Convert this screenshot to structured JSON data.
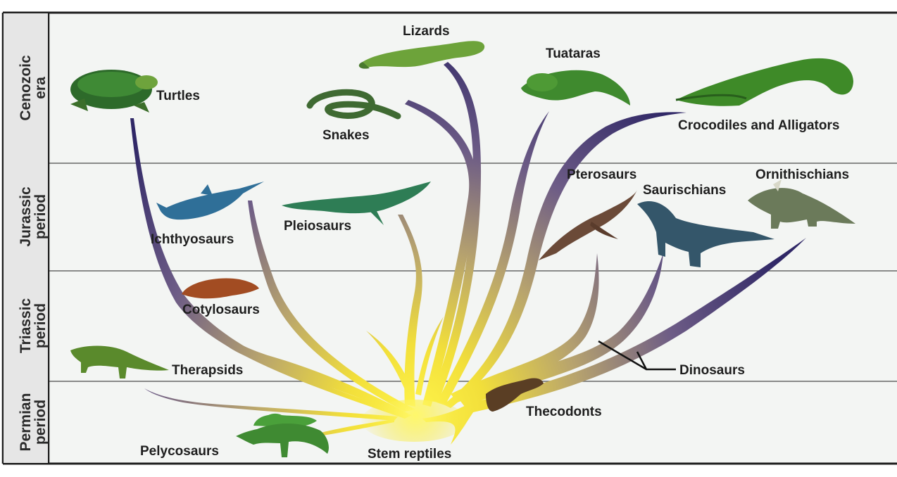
{
  "periods": [
    {
      "id": "cenozoic",
      "line1": "Cenozoic",
      "line2": "era"
    },
    {
      "id": "jurassic",
      "line1": "Jurassic",
      "line2": "period"
    },
    {
      "id": "triassic",
      "line1": "Triassic",
      "line2": "period"
    },
    {
      "id": "permian",
      "line1": "Permian",
      "line2": "period"
    }
  ],
  "taxa": {
    "turtles": "Turtles",
    "lizards": "Lizards",
    "snakes": "Snakes",
    "tuataras": "Tuataras",
    "crocodiles": "Crocodiles and Alligators",
    "ichthyosaurs": "Ichthyosaurs",
    "pleiosaurs": "Pleiosaurs",
    "pterosaurs": "Pterosaurs",
    "saurischians": "Saurischians",
    "ornithischians": "Ornithischians",
    "cotylosaurs": "Cotylosaurs",
    "therapsids": "Therapsids",
    "dinosaurs": "Dinosaurs",
    "thecodonts": "Thecodonts",
    "pelycosaurs": "Pelycosaurs",
    "stem_reptiles": "Stem reptiles"
  },
  "colors": {
    "branch_base": "#f5e82a",
    "branch_tip": "#3a2d6e",
    "grid_line": "#555555",
    "frame_fill": "#f4f4f4"
  }
}
